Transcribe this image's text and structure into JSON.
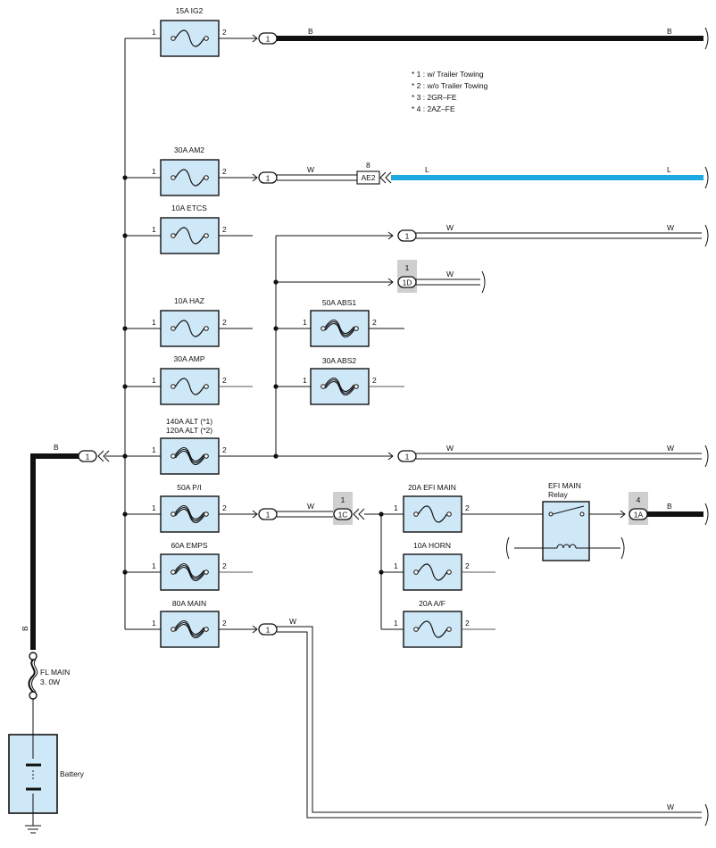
{
  "notes": [
    "* 1 : w/ Trailer Towing",
    "* 2 : w/o Trailer Towing",
    "* 3 : 2GR–FE",
    "* 4 : 2AZ–FE"
  ],
  "fuses": {
    "ig2": "15A IG2",
    "am2": "30A AM2",
    "etcs": "10A ETCS",
    "haz": "10A HAZ",
    "amp": "30A AMP",
    "alt_1": "140A ALT (*1)",
    "alt_2": "120A ALT (*2)",
    "pi": "50A P/I",
    "emps": "60A EMPS",
    "main": "80A MAIN",
    "abs1": "50A ABS1",
    "abs2": "30A ABS2",
    "efi_main": "20A EFI MAIN",
    "horn": "10A HORN",
    "af": "20A A/F"
  },
  "pins": {
    "one": "1",
    "two": "2",
    "four": "4",
    "eight": "8"
  },
  "connectors": {
    "c1": "1",
    "c1c": "1C",
    "c1d": "1D",
    "c1a": "1A",
    "ae2": "AE2"
  },
  "wires": {
    "B": "B",
    "W": "W",
    "L": "L"
  },
  "relay": {
    "name": "EFI MAIN",
    "sub": "Relay"
  },
  "fl_main": {
    "name": "FL MAIN",
    "size": "3. 0W"
  },
  "battery": "Battery",
  "colors": {
    "fuse_fill": "#cfe8f7",
    "wire_blue": "#1ea9e1",
    "highlight": "#cfcfcf"
  }
}
